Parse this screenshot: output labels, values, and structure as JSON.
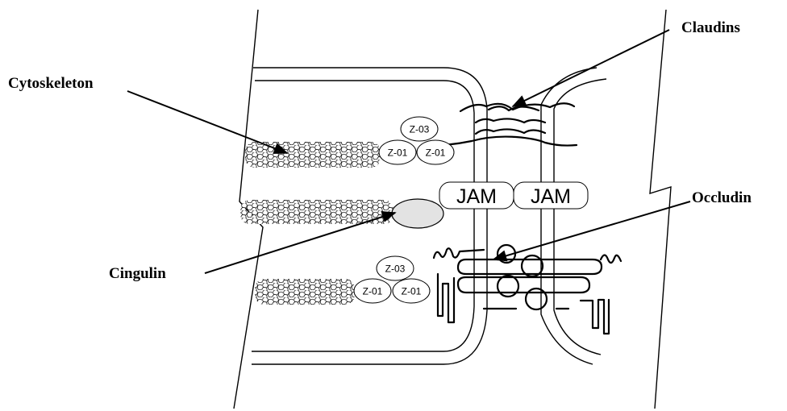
{
  "labels": {
    "claudins": "Claudins",
    "cytoskeleton": "Cytoskeleton",
    "occludin": "Occludin",
    "cingulin": "Cingulin"
  },
  "proteins": {
    "upper": [
      "Z-03",
      "Z-01",
      "Z-01"
    ],
    "lower": [
      "Z-03",
      "Z-01",
      "Z-01"
    ],
    "jam": [
      "JAM",
      "JAM"
    ]
  },
  "colors": {
    "line": "#000000",
    "cingulin_fill": "#e3e3e3",
    "background": "#ffffff"
  }
}
